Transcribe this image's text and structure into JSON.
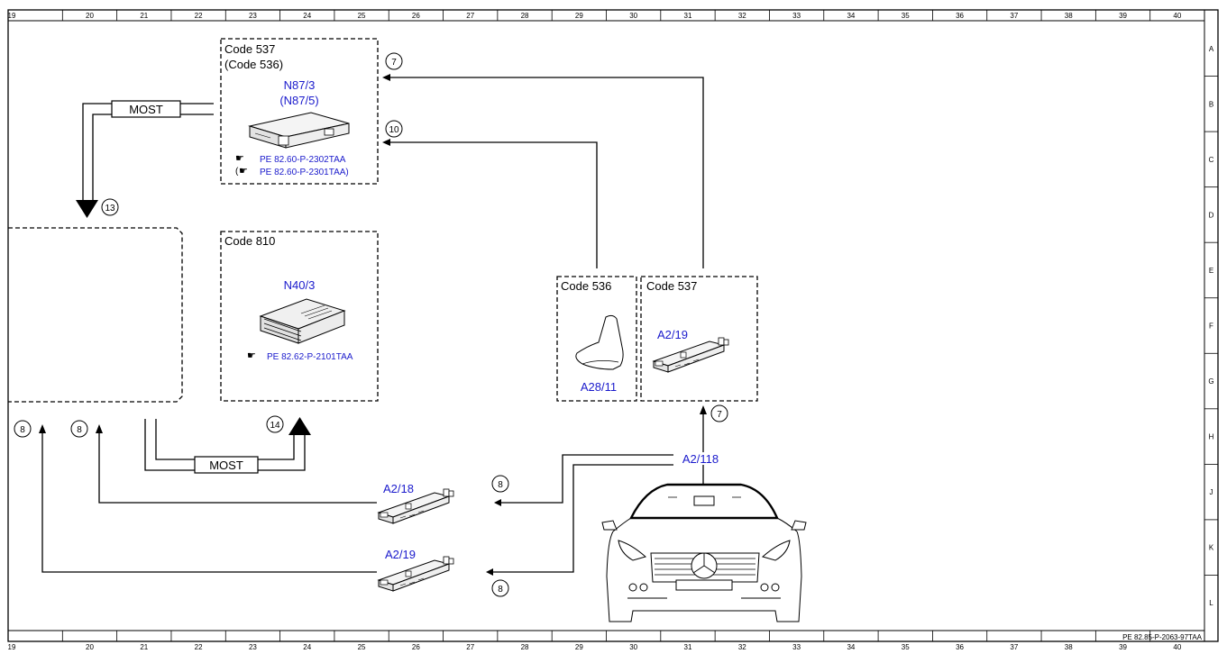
{
  "ruler": {
    "columns": [
      "19",
      "20",
      "21",
      "22",
      "23",
      "24",
      "25",
      "26",
      "27",
      "28",
      "29",
      "30",
      "31",
      "32",
      "33",
      "34",
      "35",
      "36",
      "37",
      "38",
      "39",
      "40"
    ],
    "rows": [
      "A",
      "B",
      "C",
      "D",
      "E",
      "F",
      "G",
      "H",
      "J",
      "K",
      "L"
    ]
  },
  "footer_ref": "PE 82.85-P-2063-97TAA",
  "box_top": {
    "code": "Code 537",
    "code_alt": "(Code 536)",
    "label": "N87/3",
    "label_alt": "(N87/5)",
    "ref1": "PE 82.60-P-2302TAA",
    "ref2_open": "(",
    "ref2": "PE 82.60-P-2301TAA)"
  },
  "box_mid": {
    "code": "Code 810",
    "label": "N40/3",
    "ref": "PE 82.62-P-2101TAA"
  },
  "box_536": {
    "code": "Code 536",
    "label": "A28/11"
  },
  "box_537": {
    "code": "Code 537",
    "label": "A2/19"
  },
  "bus_labels": {
    "most_top": "MOST",
    "most_bottom": "MOST"
  },
  "bubbles": {
    "b7_top": "7",
    "b10": "10",
    "b13": "13",
    "b14": "14",
    "b8_left1": "8",
    "b8_left2": "8",
    "b8_mid1": "8",
    "b8_mid2": "8",
    "b7_low": "7"
  },
  "components": {
    "a2_18": "A2/18",
    "a2_19_low": "A2/19",
    "a2_118": "A2/118"
  }
}
